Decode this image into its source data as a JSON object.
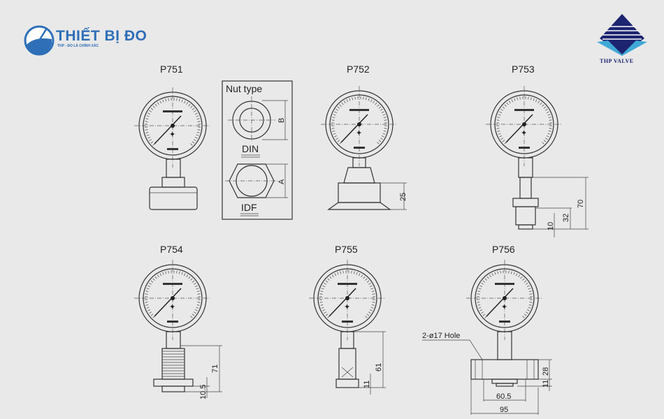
{
  "logos": {
    "left": {
      "title": "THIẾT BỊ ĐO",
      "slogan": "THP - ĐO LÀ CHÍNH XÁC",
      "color": "#2f6fb8"
    },
    "right": {
      "title": "THP VALVE",
      "color": "#1d2470",
      "accent": "#3fa9d6"
    }
  },
  "models": [
    "P751",
    "P752",
    "P753",
    "P754",
    "P755",
    "P756"
  ],
  "nut_type": {
    "title": "Nut type",
    "din": "DIN",
    "idf": "IDF",
    "dim_b": "B",
    "dim_a": "A"
  },
  "dimensions": {
    "p752": [
      "25"
    ],
    "p753": [
      "70",
      "32",
      "10"
    ],
    "p754": [
      "71",
      "10.5"
    ],
    "p755": [
      "61",
      "11"
    ],
    "p756": {
      "hole": "2-ø17 Hole",
      "height": "28",
      "flange": "11",
      "inner": "60.5",
      "outer": "95"
    }
  }
}
